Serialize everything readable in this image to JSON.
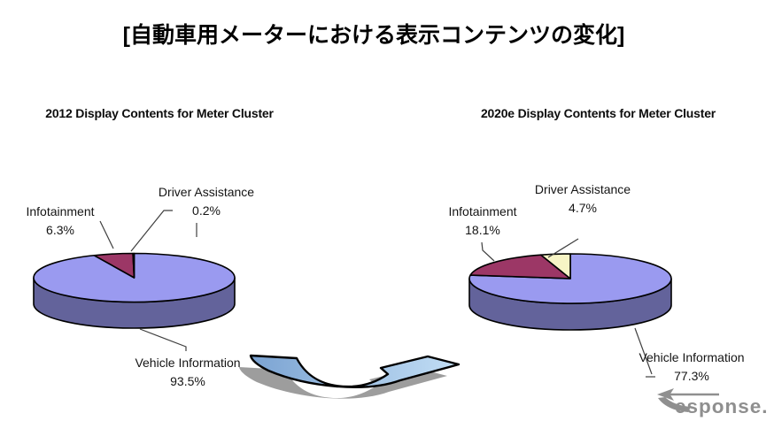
{
  "page": {
    "title": "[自動車用メーターにおける表示コンテンツの変化]",
    "background": "#ffffff",
    "watermark_text": "esponse."
  },
  "chart_data": [
    {
      "type": "pie",
      "style": "3d",
      "title": "2012 Display Contents for Meter Cluster",
      "unit": "%",
      "start_angle": "top",
      "direction": "clockwise",
      "labels_position": "outside",
      "outline_color": "#000000",
      "side_color": "#63639b",
      "slices": [
        {
          "label": "Vehicle Information",
          "value": 93.5,
          "pct_label": "93.5%",
          "color": "#9a9af0"
        },
        {
          "label": "Infotainment",
          "value": 6.3,
          "pct_label": "6.3%",
          "color": "#9c3766"
        },
        {
          "label": "Driver Assistance",
          "value": 0.2,
          "pct_label": "0.2%",
          "color": "#f7f4c5"
        }
      ]
    },
    {
      "type": "pie",
      "style": "3d",
      "title": "2020e Display Contents for Meter Cluster",
      "unit": "%",
      "start_angle": "top",
      "direction": "clockwise",
      "labels_position": "outside",
      "outline_color": "#000000",
      "side_color": "#63639b",
      "slices": [
        {
          "label": "Vehicle Information",
          "value": 77.3,
          "pct_label": "77.3%",
          "color": "#9a9af0"
        },
        {
          "label": "Infotainment",
          "value": 18.1,
          "pct_label": "18.1%",
          "color": "#9c3766"
        },
        {
          "label": "Driver Assistance",
          "value": 4.7,
          "pct_label": "4.7%",
          "color": "#f7f4c5"
        }
      ]
    }
  ],
  "decor": {
    "arrow": {
      "direction": "right",
      "fill_left": "#7ba3d2",
      "fill_right": "#c2def5",
      "outline": "#000000",
      "shadow": "#9d9d9d"
    },
    "watermark_color": "#8f8f8f"
  }
}
